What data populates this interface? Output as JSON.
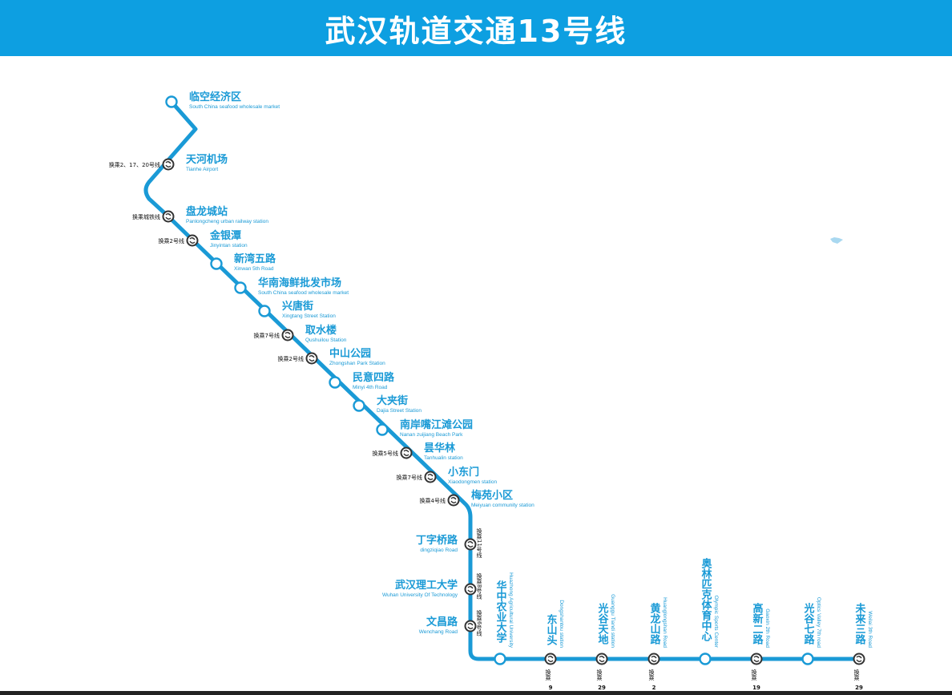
{
  "title": "武汉轨道交通13号线",
  "colors": {
    "line": "#1a9ad6",
    "header": "#0d9fe1",
    "interchange": "#333333"
  },
  "stations": [
    {
      "zh": "临空经济区",
      "en": "South China seafood wholesale market",
      "transfer": ""
    },
    {
      "zh": "天河机场",
      "en": "Tianhe Airport",
      "transfer": "换乘2、17、20号线"
    },
    {
      "zh": "盘龙城站",
      "en": "Panlongcheng urban railway station",
      "transfer": "换乘城铁线"
    },
    {
      "zh": "金银潭",
      "en": "Jinyintan station",
      "transfer": "换乘2号线"
    },
    {
      "zh": "新湾五路",
      "en": "Xinwan 5th Road",
      "transfer": ""
    },
    {
      "zh": "华南海鲜批发市场",
      "en": "South China seafood wholesale market",
      "transfer": ""
    },
    {
      "zh": "兴唐街",
      "en": "Xingtang Street Station",
      "transfer": ""
    },
    {
      "zh": "取水楼",
      "en": "Qushuilou Station",
      "transfer": "换乘7号线"
    },
    {
      "zh": "中山公园",
      "en": "Zhongshan Park Station",
      "transfer": "换乘2号线"
    },
    {
      "zh": "民意四路",
      "en": "Minyi 4th Road",
      "transfer": ""
    },
    {
      "zh": "大夹街",
      "en": "Dajia Street Station",
      "transfer": ""
    },
    {
      "zh": "南岸嘴江滩公园",
      "en": "Nanan zuijiang Beach Park",
      "transfer": ""
    },
    {
      "zh": "昙华林",
      "en": "Tanhualin station",
      "transfer": "换乘5号线"
    },
    {
      "zh": "小东门",
      "en": "Xiaodongmen station",
      "transfer": "换乘7号线"
    },
    {
      "zh": "梅苑小区",
      "en": "Meiyuan community station",
      "transfer": "换乘4号线"
    },
    {
      "zh": "丁字桥路",
      "en": "dingziqiao Road",
      "transfer": "换乘11号线"
    },
    {
      "zh": "武汉理工大学",
      "en": "Wuhan University Of Technology",
      "transfer": "换乘8号线"
    },
    {
      "zh": "文昌路",
      "en": "Wenchang Road",
      "transfer": "换乘6号线"
    },
    {
      "zh": "华中农业大学",
      "en": "Huazhong Agricultural University",
      "transfer": ""
    },
    {
      "zh": "东山头",
      "en": "Dongshantou station",
      "transfer": "换乘",
      "transfer_num": "9"
    },
    {
      "zh": "光谷天地",
      "en": "Guanggu Tiandi station",
      "transfer": "换乘",
      "transfer_num": "29"
    },
    {
      "zh": "黄龙山路",
      "en": "Huanglongshan Road",
      "transfer": "换乘",
      "transfer_num": "2"
    },
    {
      "zh": "奥林匹克体育中心",
      "en": "Olympic Sports Center",
      "transfer": ""
    },
    {
      "zh": "高新二路",
      "en": "Gaoxin 2th Road",
      "transfer": "换乘",
      "transfer_num": "19"
    },
    {
      "zh": "光谷七路",
      "en": "Optics Valley 7th road",
      "transfer": ""
    },
    {
      "zh": "未来三路",
      "en": "Weilai 3th Road",
      "transfer": "换乘",
      "transfer_num": "29"
    }
  ]
}
